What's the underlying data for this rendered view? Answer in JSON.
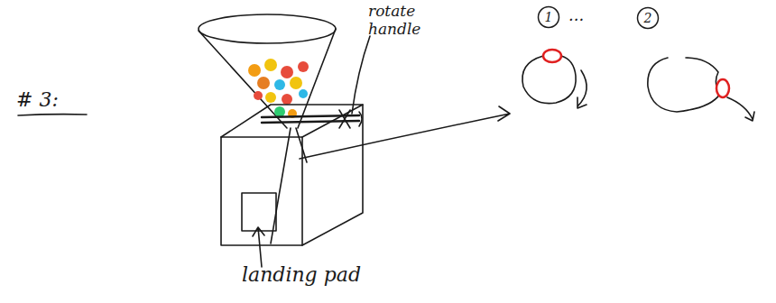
{
  "diagram": {
    "nodes": [
      {
        "text": [
          "1"
        ]
      },
      {
        "text": [
          "2"
        ]
      }
    ],
    "labels": [
      "# 3:",
      "rotate handle",
      "...",
      "landing pad"
    ]
  }
}
